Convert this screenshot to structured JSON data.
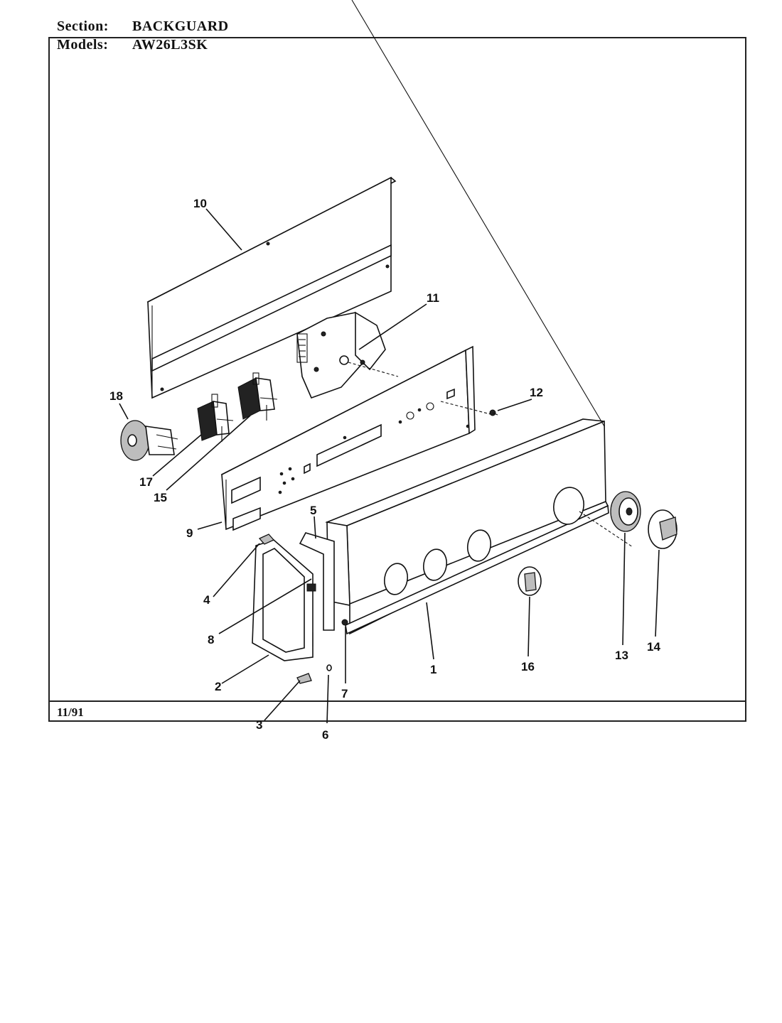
{
  "header": {
    "section_label": "Section:",
    "section_value": "BACKGUARD",
    "models_label": "Models:",
    "models_value": "AW26L3SK"
  },
  "footer": {
    "date": "11/91"
  },
  "callouts": {
    "c1": "1",
    "c2": "2",
    "c3": "3",
    "c4": "4",
    "c5": "5",
    "c6": "6",
    "c7": "7",
    "c8": "8",
    "c9": "9",
    "c10": "10",
    "c11": "11",
    "c12": "12",
    "c13": "13",
    "c14": "14",
    "c15": "15",
    "c16": "16",
    "c17": "17",
    "c18": "18"
  }
}
